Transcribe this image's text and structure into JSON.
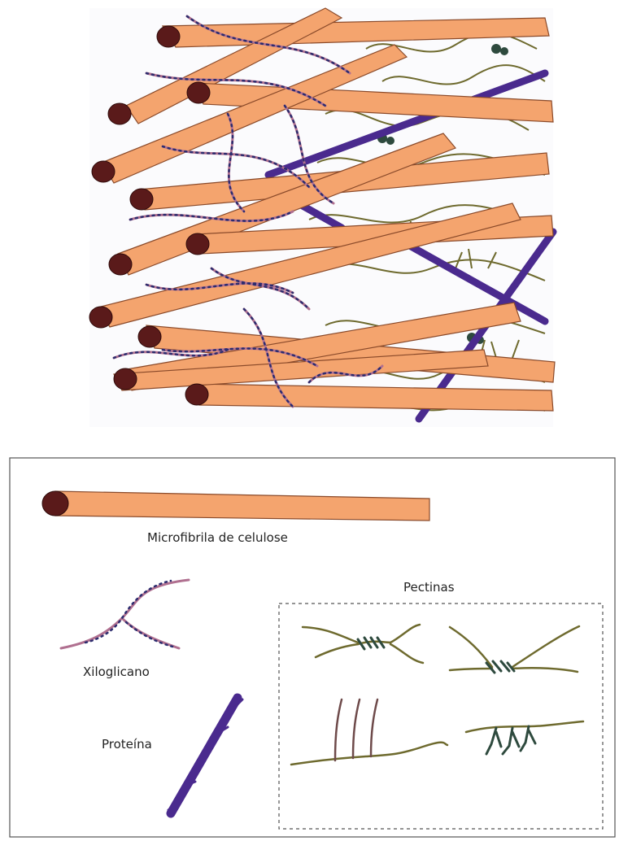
{
  "legend": {
    "microfibril_label": "Microfibrila de celulose",
    "xyloglucan_label": "Xiloglicano",
    "protein_label": "Proteína",
    "pectins_label": "Pectinas"
  },
  "colors": {
    "cellulose_fill": "#f4a46e",
    "cellulose_edge": "#8a4a2a",
    "cellulose_end": "#5a1a1a",
    "xyloglucan_strand": "#b07090",
    "xyloglucan_beads": "#2c2c6e",
    "protein": "#4a2a8e",
    "pectin": "#6e6a2e",
    "pectin_knot": "#2e4a3e"
  }
}
